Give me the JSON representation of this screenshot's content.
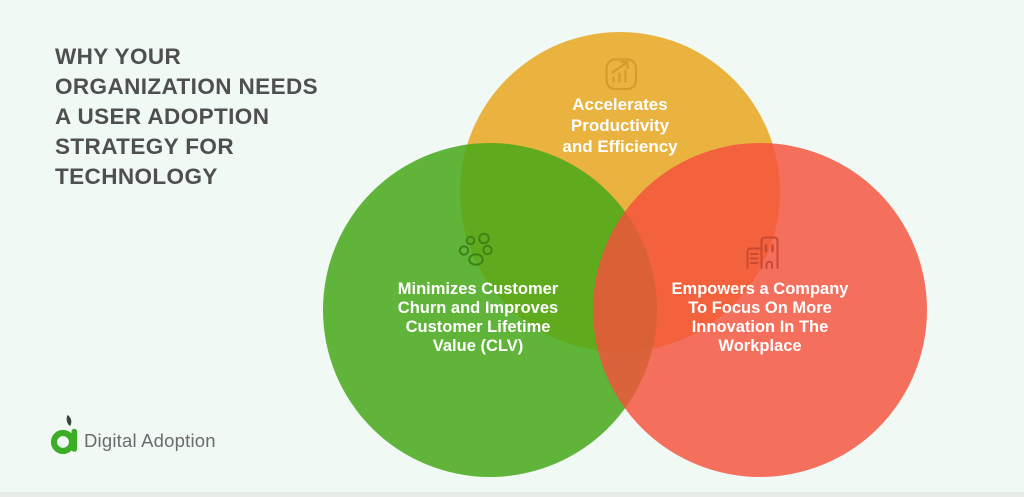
{
  "background_color": "#F0F9F4",
  "title": {
    "lines": [
      "WHY YOUR",
      "ORGANIZATION NEEDS",
      "A USER ADOPTION",
      "STRATEGY FOR",
      "TECHNOLOGY"
    ],
    "color": "#4F4F4F"
  },
  "venn": {
    "label_text_color": "#FFFFFF",
    "circles": [
      {
        "id": "productivity",
        "icon": "growth-chart-icon",
        "color": "#EAB23F",
        "label_lines": [
          "Accelerates",
          "Productivity",
          "and Efficiency"
        ]
      },
      {
        "id": "customer",
        "icon": "user-group-icon",
        "color": "#46A818",
        "label_lines": [
          "Minimizes Customer",
          "Churn and Improves",
          "Customer Lifetime",
          "Value (CLV)"
        ]
      },
      {
        "id": "innovation",
        "icon": "buildings-icon",
        "color": "#F5503C",
        "label_lines": [
          "Empowers a Company",
          "To Focus On More",
          "Innovation In The",
          "Workplace"
        ]
      }
    ]
  },
  "logo": {
    "text": "Digital Adoption",
    "mark_color": "#3BAD27",
    "leaf_color": "#3A4440",
    "text_color": "#6B6B6B"
  }
}
